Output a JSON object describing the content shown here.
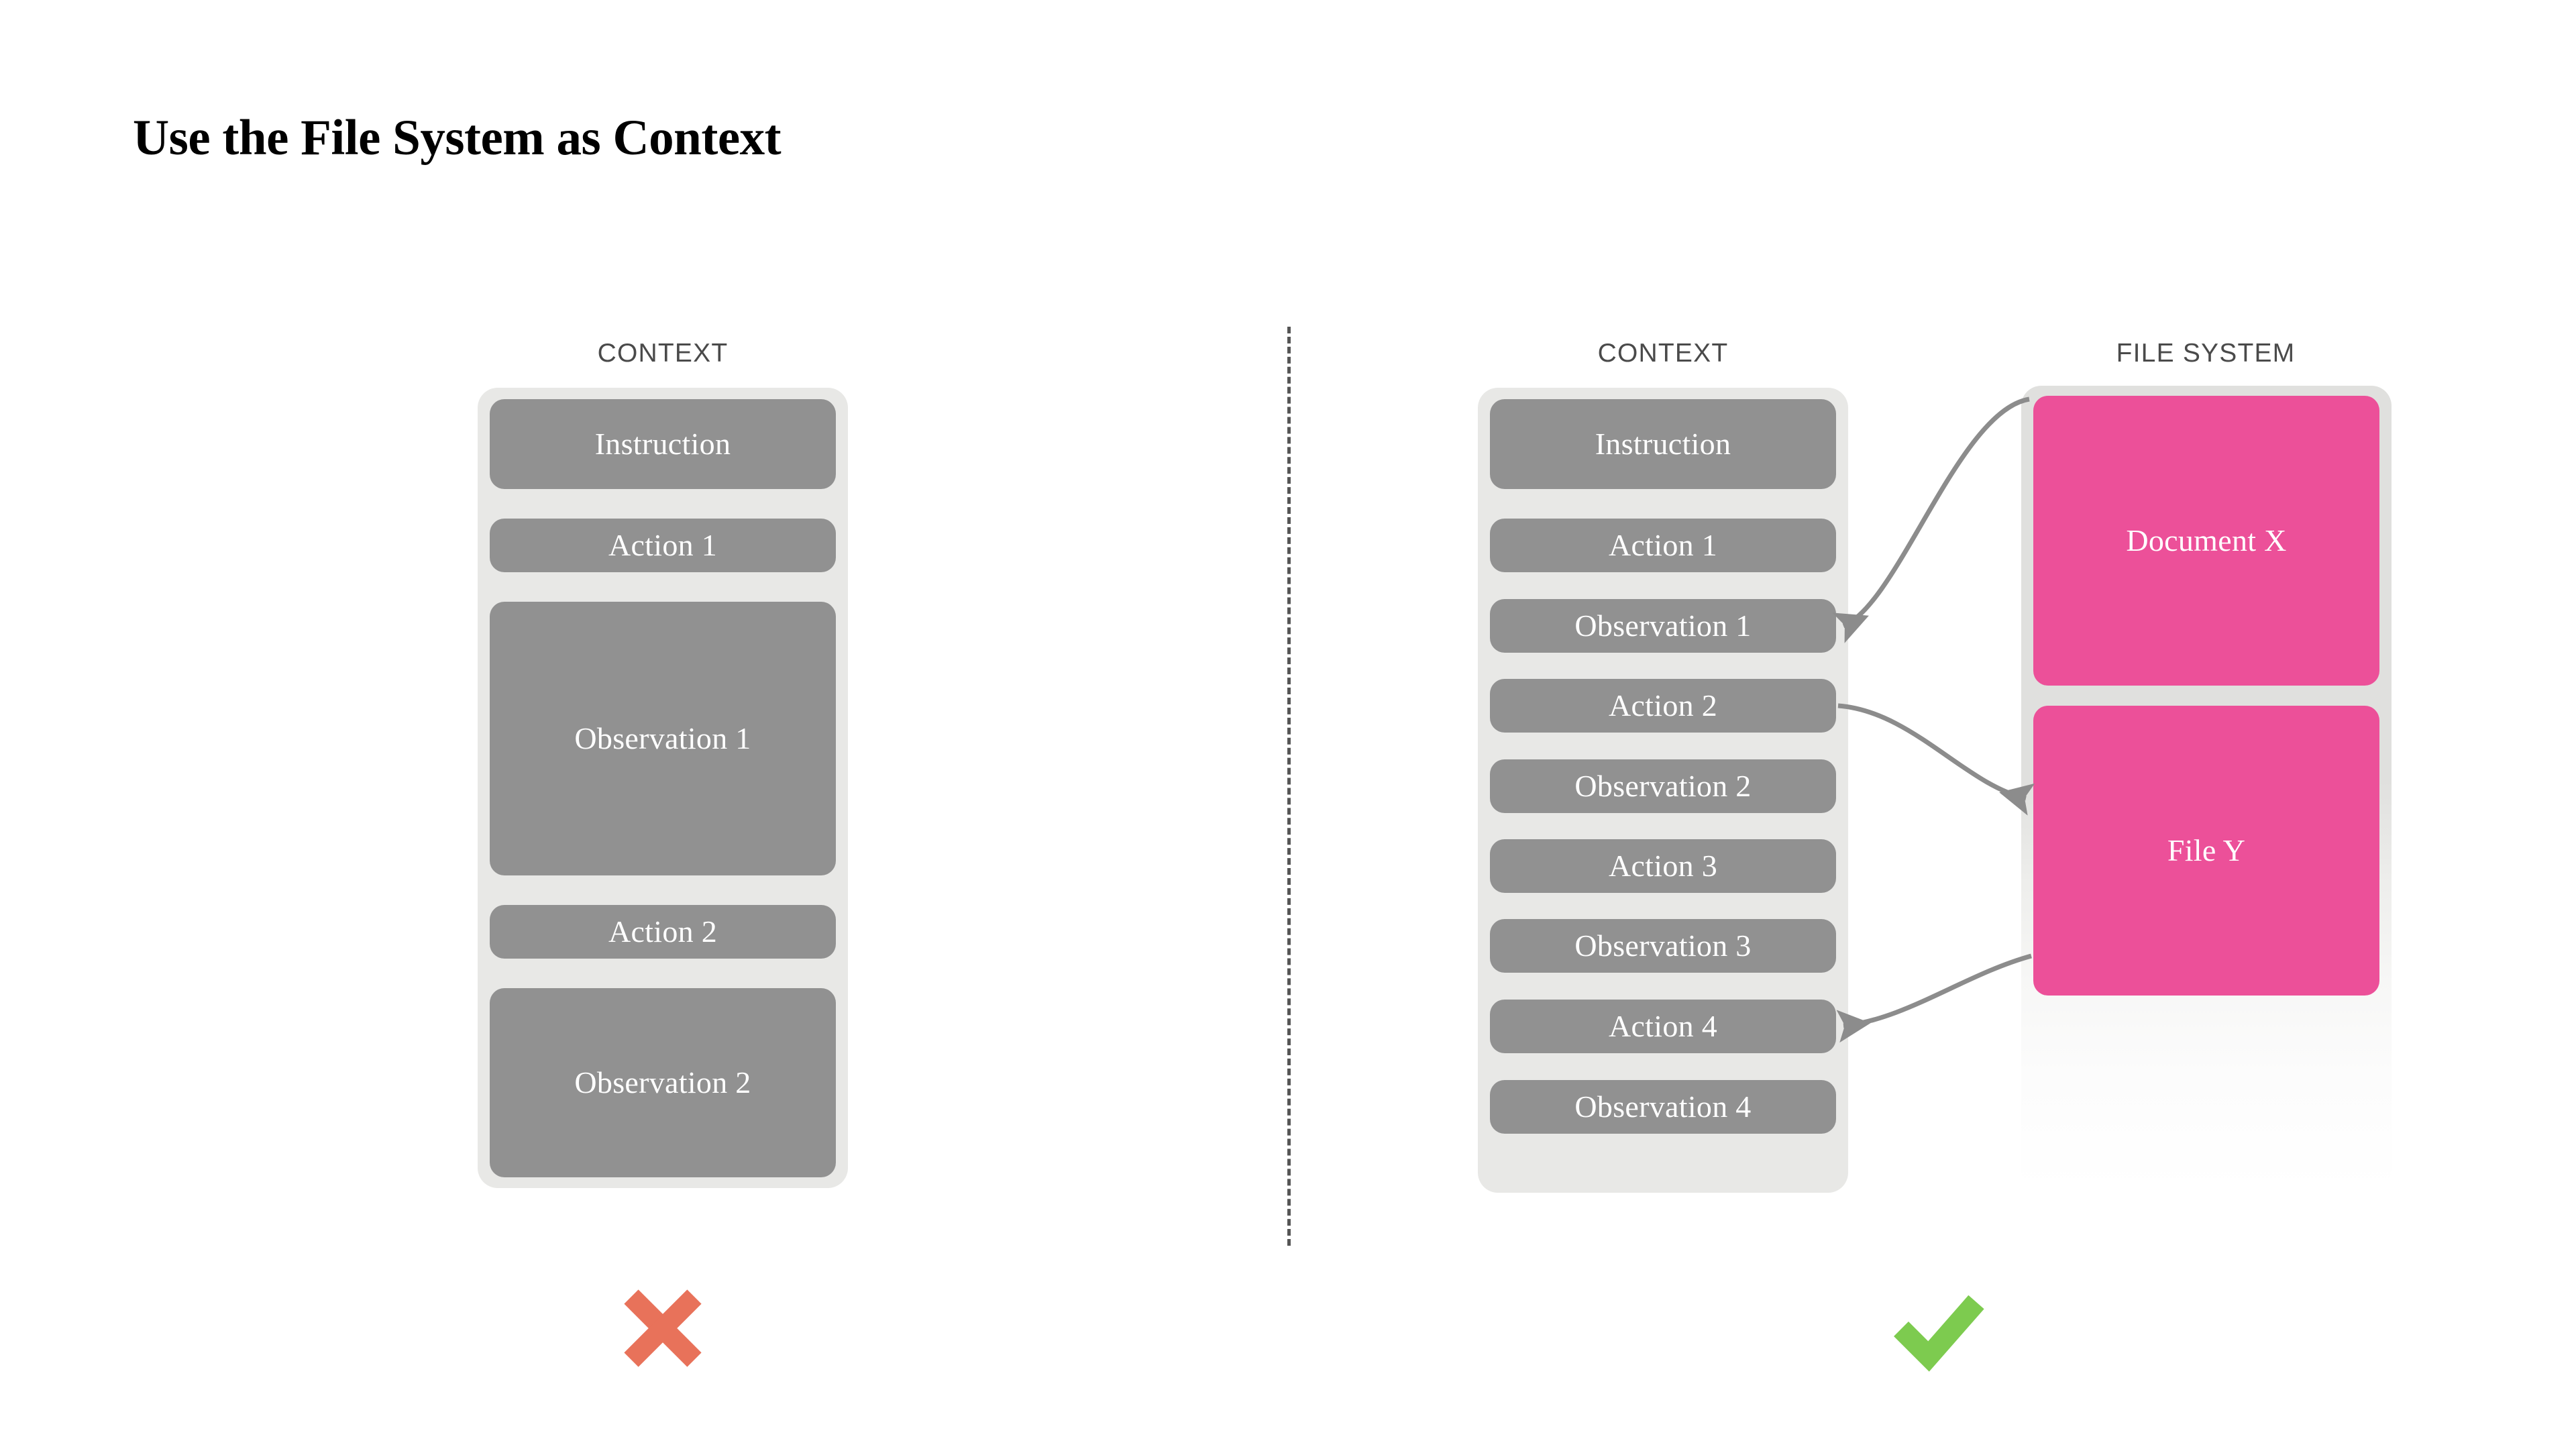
{
  "slide": {
    "title": "Use the File System as Context"
  },
  "colors": {
    "block_gray": "#919191",
    "block_pink": "#ec5099",
    "container_gray": "#e8e8e6",
    "heading_gray": "#4a4a4a",
    "arrow_gray": "#8c8c8c",
    "cross_red": "#e8725a",
    "check_green": "#7dcb4f",
    "background": "#ffffff"
  },
  "left_panel": {
    "heading": "CONTEXT",
    "verdict_icon": "cross-mark-icon",
    "blocks": [
      {
        "label": "Instruction",
        "kind": "gray",
        "size": "medium"
      },
      {
        "label": "Action 1",
        "kind": "gray",
        "size": "small"
      },
      {
        "label": "Observation 1",
        "kind": "gray",
        "size": "large"
      },
      {
        "label": "Action 2",
        "kind": "gray",
        "size": "small"
      },
      {
        "label": "Observation 2",
        "kind": "gray",
        "size": "large"
      }
    ]
  },
  "right_panel": {
    "context": {
      "heading": "CONTEXT",
      "blocks": [
        {
          "label": "Instruction",
          "kind": "gray",
          "size": "medium"
        },
        {
          "label": "Action 1",
          "kind": "gray",
          "size": "small"
        },
        {
          "label": "Observation 1",
          "kind": "gray",
          "size": "small"
        },
        {
          "label": "Action 2",
          "kind": "gray",
          "size": "small"
        },
        {
          "label": "Observation 2",
          "kind": "gray",
          "size": "small"
        },
        {
          "label": "Action 3",
          "kind": "gray",
          "size": "small"
        },
        {
          "label": "Observation 3",
          "kind": "gray",
          "size": "small"
        },
        {
          "label": "Action 4",
          "kind": "gray",
          "size": "small"
        },
        {
          "label": "Observation 4",
          "kind": "gray",
          "size": "small"
        }
      ]
    },
    "file_system": {
      "heading": "FILE SYSTEM",
      "blocks": [
        {
          "label": "Document X",
          "kind": "pink"
        },
        {
          "label": "File Y",
          "kind": "pink"
        }
      ]
    },
    "verdict_icon": "check-mark-icon",
    "arrows": [
      {
        "name": "document-x-to-observation-1",
        "from": "Document X",
        "to": "Observation 1",
        "direction": "right-to-left"
      },
      {
        "name": "action-2-to-file-y",
        "from": "Action 2",
        "to": "File Y",
        "direction": "left-to-right"
      },
      {
        "name": "file-y-to-action-4",
        "from": "File Y",
        "to": "Action 4",
        "direction": "right-to-left"
      }
    ]
  }
}
